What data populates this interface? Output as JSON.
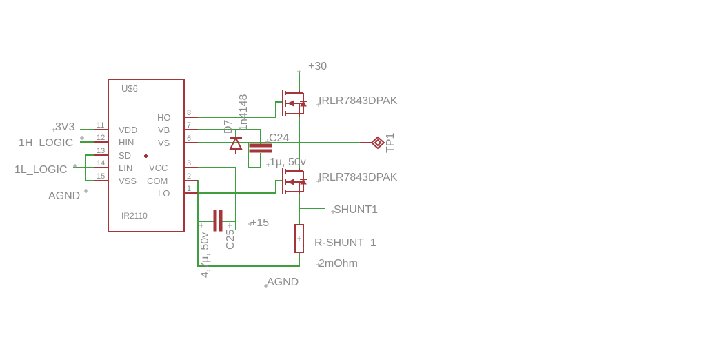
{
  "ic": {
    "name": "U$6",
    "value": "IR2110",
    "left_pins": [
      {
        "num": "11",
        "name": "VDD"
      },
      {
        "num": "12",
        "name": "HIN"
      },
      {
        "num": "13",
        "name": "SD"
      },
      {
        "num": "14",
        "name": "LIN"
      },
      {
        "num": "15",
        "name": "VSS"
      }
    ],
    "right_pins": [
      {
        "num": "8",
        "name": "HO"
      },
      {
        "num": "7",
        "name": "VB"
      },
      {
        "num": "6",
        "name": "VS"
      },
      {
        "num": "3",
        "name": "VCC"
      },
      {
        "num": "2",
        "name": "COM"
      },
      {
        "num": "1",
        "name": "LO"
      }
    ]
  },
  "nets": {
    "v3v3": "3V3",
    "hlogic": "1H_LOGIC",
    "llogic": "1L_LOGIC",
    "agnd_left": "AGND",
    "plus30": "+30",
    "plus15": "+15",
    "shunt": "SHUNT1",
    "agnd_bottom": "AGND"
  },
  "parts": {
    "diode_name": "D7",
    "diode_value": "1n4148",
    "c24_name": "C24",
    "c24_value": "1µ, 50v",
    "c25_name": "C25",
    "c25_value": "4,7µ, 50v",
    "q_high": "IRLR7843DPAK",
    "q_low": "IRLR7843DPAK",
    "tp_name": "TP1",
    "r_name": "R-SHUNT_1",
    "r_value": "2mOhm"
  },
  "colors": {
    "wire": "#3f9f3f",
    "part": "#a4353a",
    "label": "#8c8c8c"
  }
}
